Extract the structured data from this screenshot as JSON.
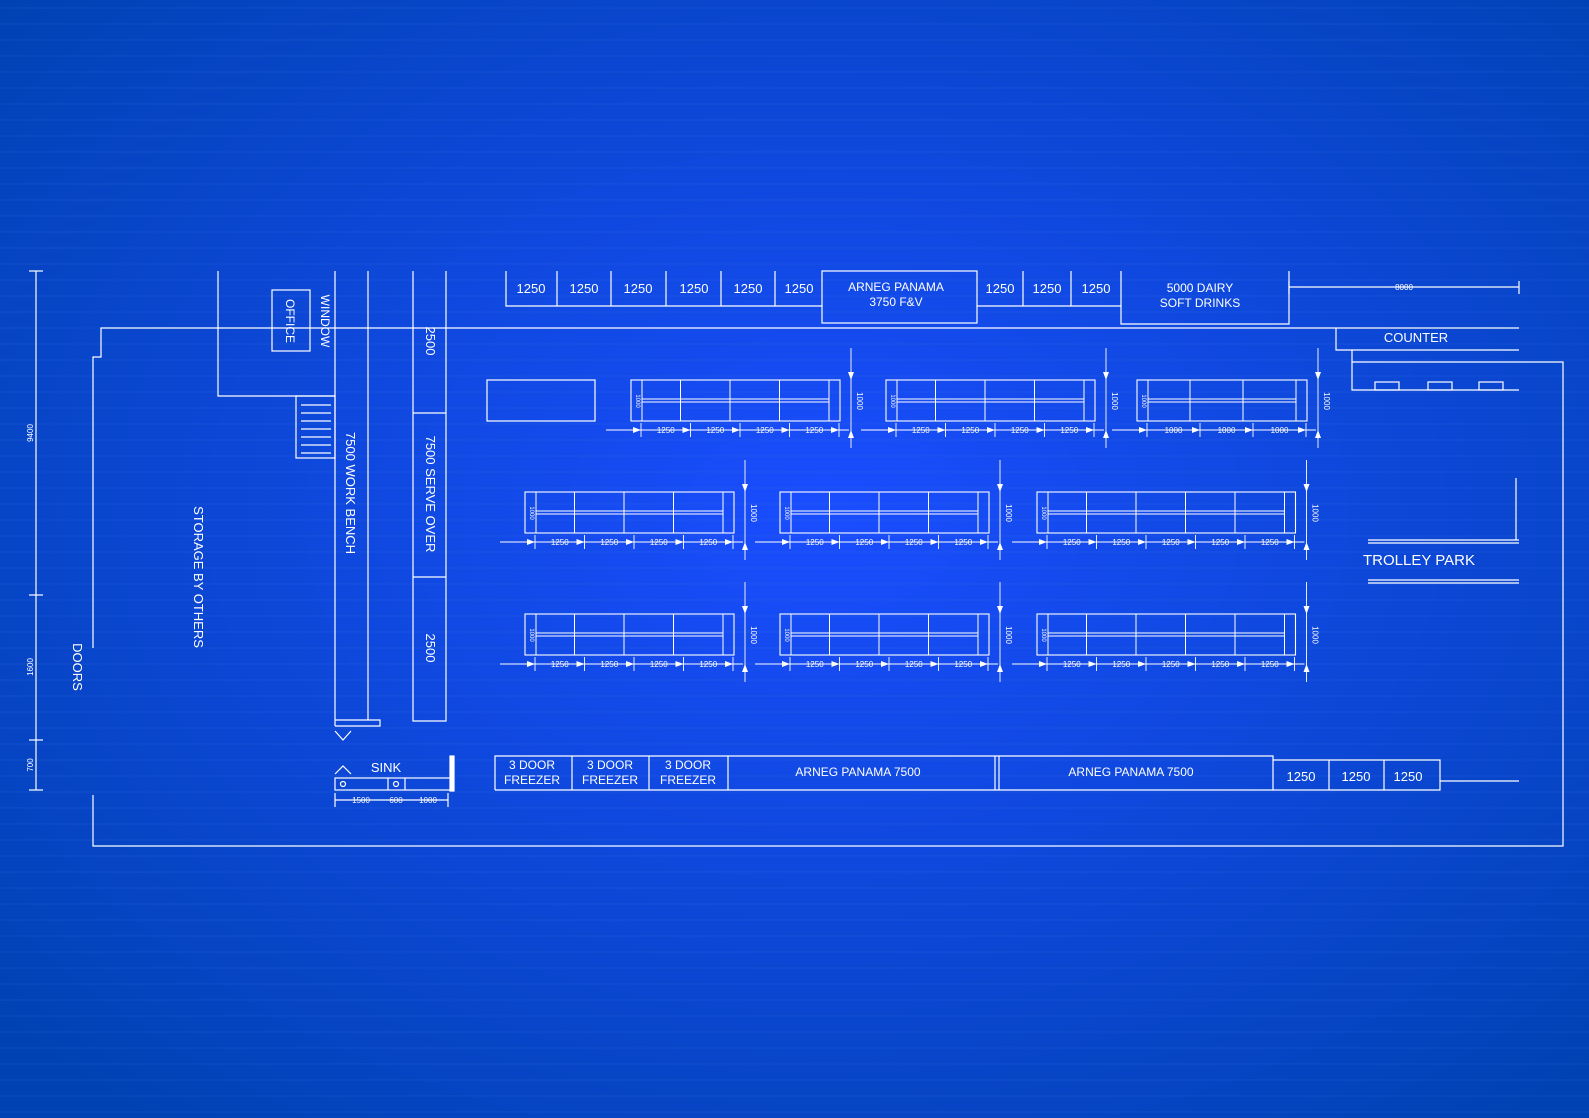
{
  "colors": {
    "background_center": "#1a4dff",
    "background_edge": "#0042b3",
    "line": "#ffffff",
    "grid": "#3b74d9"
  },
  "labels": {
    "office": "OFFICE",
    "window": "WINDOW",
    "workbench": "7500 WORK BENCH",
    "serveover": "7500 SERVE OVER",
    "serveover_top": "2500",
    "serveover_bottom": "2500",
    "storage": "STORAGE BY OTHERS",
    "doors": "DOORS",
    "counter": "COUNTER",
    "trolley_park": "TROLLEY PARK",
    "sink": "SINK",
    "arneg_top_1": "ARNEG PANAMA",
    "arneg_top_2": "3750 F&V",
    "dairy_1": "5000 DAIRY",
    "dairy_2": "SOFT DRINKS",
    "arneg_bottom_a": "ARNEG PANAMA 7500",
    "arneg_bottom_b": "ARNEG PANAMA 7500",
    "freezer_line1": "3 DOOR",
    "freezer_line2": "FREEZER",
    "dim_8000": "8000"
  },
  "top_units_left": [
    "1250",
    "1250",
    "1250",
    "1250",
    "1250",
    "1250"
  ],
  "top_units_mid": [
    "1250",
    "1250",
    "1250"
  ],
  "bottom_units_right": [
    "1250",
    "1250",
    "1250"
  ],
  "left_dims": [
    "9400",
    "1600",
    "700"
  ],
  "sink_dims": [
    "1500",
    "600",
    "1000"
  ],
  "gondola_depth": "1000",
  "gondola_unit": "1250",
  "gondola_unit_short": "1000"
}
